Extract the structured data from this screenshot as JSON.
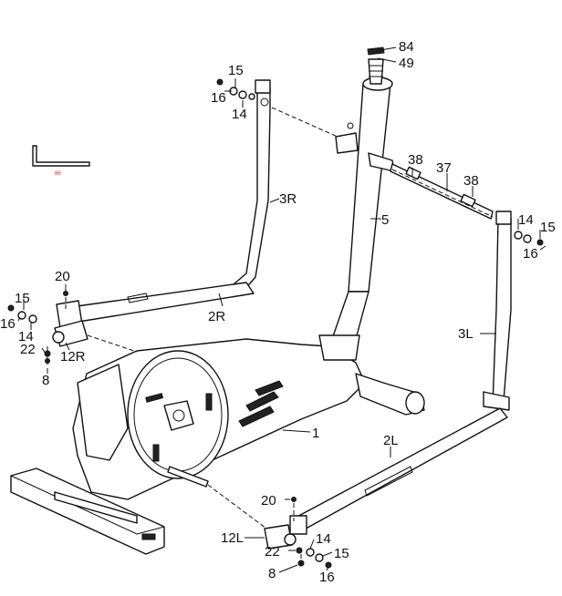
{
  "labels": {
    "p84": "84",
    "p49": "49",
    "p15a": "15",
    "p16a": "16",
    "p14a": "14",
    "p3r": "3R",
    "p5": "5",
    "p38a": "38",
    "p37": "37",
    "p38b": "38",
    "p14b": "14",
    "p15b": "15",
    "p16b": "16",
    "p20a": "20",
    "p15c": "15",
    "p16c": "16",
    "p14c": "14",
    "p22a": "22",
    "p12r": "12R",
    "p8a": "8",
    "p2r": "2R",
    "p3l": "3L",
    "p1": "1",
    "p2l": "2L",
    "p20b": "20",
    "p12l": "12L",
    "p14d": "14",
    "p22b": "22",
    "p15d": "15",
    "p8b": "8",
    "p16d": "16",
    "p86": "86"
  },
  "colors": {
    "line": "#111111",
    "accent_label": "#d22222"
  }
}
